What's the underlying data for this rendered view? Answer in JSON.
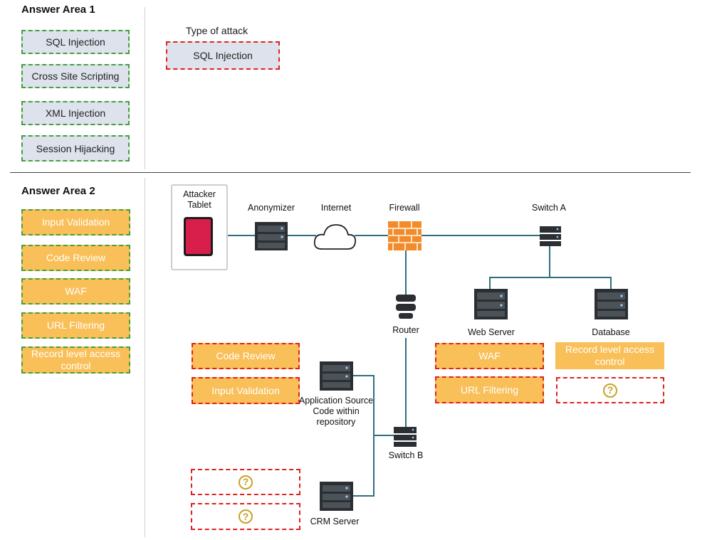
{
  "area1": {
    "title": "Answer Area 1",
    "options": [
      "SQL Injection",
      "Cross Site Scripting",
      "XML Injection",
      "Session Hijacking"
    ],
    "target_label": "Type of attack",
    "target_value": "SQL Injection"
  },
  "area2": {
    "title": "Answer Area 2",
    "options": [
      "Input Validation",
      "Code Review",
      "WAF",
      "URL Filtering",
      "Record level access control"
    ]
  },
  "diagram": {
    "nodes": {
      "attacker": "Attacker Tablet",
      "anonymizer": "Anonymizer",
      "internet": "Internet",
      "firewall": "Firewall",
      "switch_a": "Switch A",
      "router": "Router",
      "web_server": "Web Server",
      "database": "Database",
      "app_source": "Application Source Code within repository",
      "switch_b": "Switch B",
      "crm": "CRM Server"
    },
    "slots": {
      "app_1": "Code Review",
      "app_2": "Input Validation",
      "web_1": "WAF",
      "web_2": "URL Filtering",
      "db_1": "Record level access control",
      "db_2": "?",
      "crm_1": "?",
      "crm_2": "?"
    }
  },
  "colors": {
    "option_fill_gray": "#dde2ec",
    "option_fill_orange": "#f9bf58",
    "dash_green": "#43a03c",
    "dash_red": "#e02020",
    "line_teal": "#2f6f7c"
  }
}
